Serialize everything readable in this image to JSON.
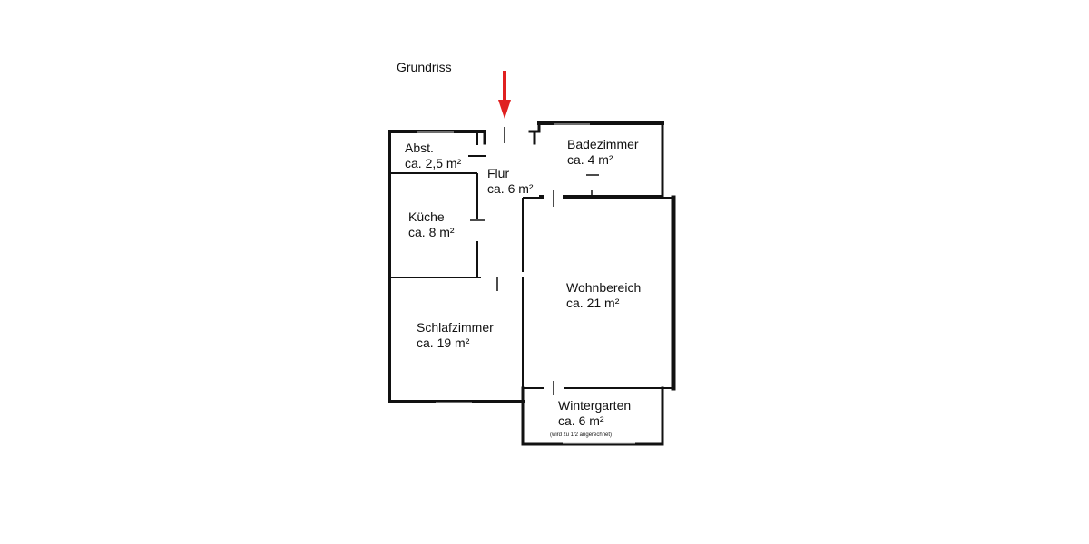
{
  "title": "Grundriss",
  "entrance": {
    "icon": "entrance-arrow-icon",
    "color": "#e02020"
  },
  "wall_color": "#111111",
  "rooms": {
    "abstellraum": {
      "name": "Abst.",
      "area": "ca. 2,5 m²"
    },
    "flur": {
      "name": "Flur",
      "area": "ca. 6 m²"
    },
    "badezimmer": {
      "name": "Badezimmer",
      "area": "ca. 4 m²"
    },
    "kueche": {
      "name": "Küche",
      "area": "ca. 8 m²"
    },
    "wohnbereich": {
      "name": "Wohnbereich",
      "area": "ca. 21 m²"
    },
    "schlafzimmer": {
      "name": "Schlafzimmer",
      "area": "ca. 19 m²"
    },
    "wintergarten": {
      "name": "Wintergarten",
      "area": "ca. 6 m²",
      "note": "(wird zu 1/2 angerechnet)"
    }
  }
}
